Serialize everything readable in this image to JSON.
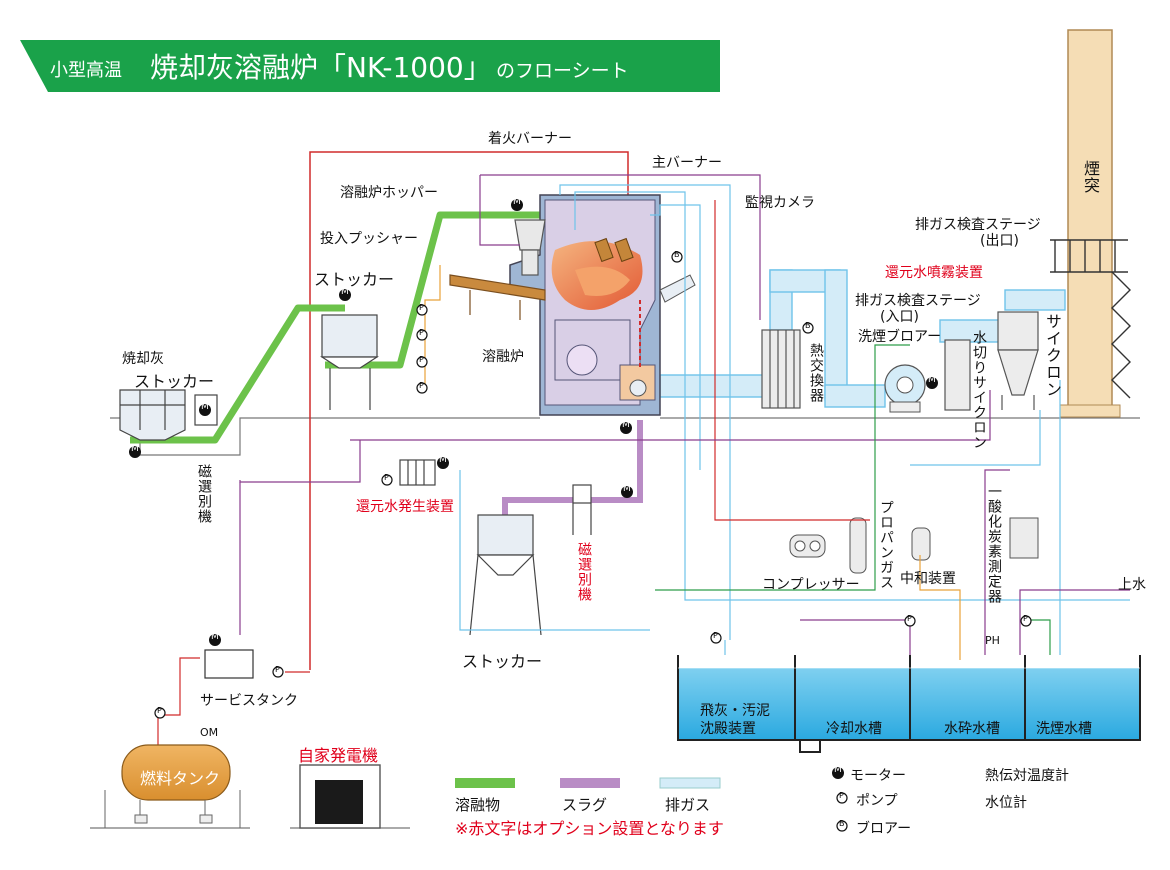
{
  "title": {
    "prefix": "小型高温",
    "main": "焼却灰溶融炉「NK-1000」",
    "suffix": "のフローシート"
  },
  "colors": {
    "banner": "#1aa24a",
    "melt": "#6cc24a",
    "slag": "#b98cc5",
    "exhaust": "#d4ecf8",
    "water": "#4ab8e6",
    "duct_blue": "#6fc3ea",
    "fuel": "#e0a14b",
    "red_line": "#d12b2b",
    "purple_line": "#8a3d8e",
    "orange_line": "#e8a23a",
    "green_line": "#2e9e4a",
    "chimney": "#f5ddb5"
  },
  "labels": {
    "ignition_burner": "着火バーナー",
    "main_burner": "主バーナー",
    "monitor_camera": "監視カメラ",
    "furnace_hopper": "溶融炉ホッパー",
    "feed_pusher": "投入プッシャー",
    "stocker_top": "ストッカー",
    "ash_stocker_line1": "焼却灰",
    "ash_stocker_line2": "ストッカー",
    "magnetic_separator_left": "磁選別機",
    "melting_furnace": "溶融炉",
    "heat_exchanger": "熱交換器",
    "exhaust_stage_in_line1": "排ガス検査ステージ",
    "exhaust_stage_in_line2": "(入口)",
    "exhaust_stage_out_line1": "排ガス検査ステージ",
    "exhaust_stage_out_line2": "(出口)",
    "reduction_spray": "還元水噴霧装置",
    "smoke_blower": "洗煙ブロアー",
    "water_cyclone": "水切りサイクロン",
    "cyclone": "サイクロン",
    "chimney": "煙突",
    "reduction_water_gen": "還元水発生装置",
    "magnetic_separator_right": "磁選別機",
    "propane_gas": "プロパンガス",
    "compressor": "コンプレッサー",
    "neutralizer": "中和装置",
    "co_meter": "一酸化炭素測定器",
    "tap_water": "上水",
    "stocker_bottom": "ストッカー",
    "service_tank": "サービスタンク",
    "fuel_tank": "燃料タンク",
    "om": "OM",
    "private_generator": "自家発電機",
    "ph": "PH"
  },
  "tanks": {
    "fly_ash_line1": "飛灰・汚泥",
    "fly_ash_line2": "沈殿装置",
    "cooling": "冷却水槽",
    "crushing": "水砕水槽",
    "washing": "洗煙水槽"
  },
  "legend": {
    "melt": "溶融物",
    "slag": "スラグ",
    "exhaust": "排ガス",
    "note": "※赤文字はオプション設置となります",
    "motor": "モーター",
    "pump": "ポンプ",
    "blower": "ブロアー",
    "thermocouple": "熱伝対温度計",
    "water_level": "水位計"
  },
  "icons": {
    "motor": "M",
    "pump": "P",
    "blower": "B"
  }
}
